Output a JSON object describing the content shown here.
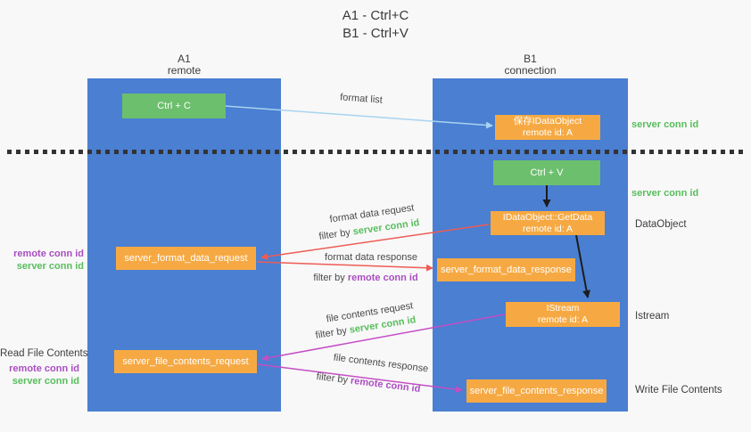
{
  "title": {
    "line1": "A1 - Ctrl+C",
    "line2": "B1 - Ctrl+V"
  },
  "lanes": [
    {
      "name": "A1",
      "subtitle": "remote"
    },
    {
      "name": "B1",
      "subtitle": "connection"
    }
  ],
  "nodes": {
    "ctrl_c": {
      "label": "Ctrl + C"
    },
    "save_idataobject": {
      "line1": "保存IDataObject",
      "line2": "remote id: A"
    },
    "ctrl_v": {
      "label": "Ctrl + V"
    },
    "getdata": {
      "line1": "IDataObject::GetData",
      "line2": "remote id: A"
    },
    "server_format_data_request": {
      "label": "server_format_data_request"
    },
    "server_format_data_response": {
      "label": "server_format_data_response"
    },
    "istream": {
      "line1": "IStream",
      "line2": "remote id: A"
    },
    "server_file_contents_request": {
      "label": "server_file_contents_request"
    },
    "server_file_contents_response": {
      "label": "server_file_contents_response"
    }
  },
  "arrows": {
    "format_list": {
      "label": "format list"
    },
    "format_data_request": {
      "label": "format data request",
      "filter_prefix": "filter by",
      "filter_key": "server conn id"
    },
    "format_data_response": {
      "label": "format data response",
      "filter_prefix": "filter by",
      "filter_key": "remote conn id"
    },
    "file_contents_request": {
      "label": "file contents request",
      "filter_prefix": "filter by",
      "filter_key": "server conn id"
    },
    "file_contents_response": {
      "label": "file contents response",
      "filter_prefix": "filter by",
      "filter_key": "remote conn id"
    }
  },
  "side_labels": {
    "right_server_conn_id_1": "server conn id",
    "right_server_conn_id_2": "server conn id",
    "dataobject": "DataObject",
    "istream": "Istream",
    "write_file_contents": "Write File Contents",
    "left_remote_conn_id_1": "remote conn id",
    "left_server_conn_id_1": "server conn id",
    "read_file_contents": "Read File Contents",
    "left_remote_conn_id_2": "remote conn id",
    "left_server_conn_id_2": "server conn id"
  },
  "colors": {
    "lane_blue": "#4a7fd2",
    "box_orange": "#f6a943",
    "box_green": "#6cbf6d",
    "label_green": "#58bd5c",
    "label_purple": "#a94ec2",
    "arrow_red": "#ee5c55",
    "arrow_magenta": "#c44ec4",
    "arrow_light_blue": "#a8d3ef",
    "arrow_black": "#1c1c1c",
    "dotted_line": "#333333"
  }
}
